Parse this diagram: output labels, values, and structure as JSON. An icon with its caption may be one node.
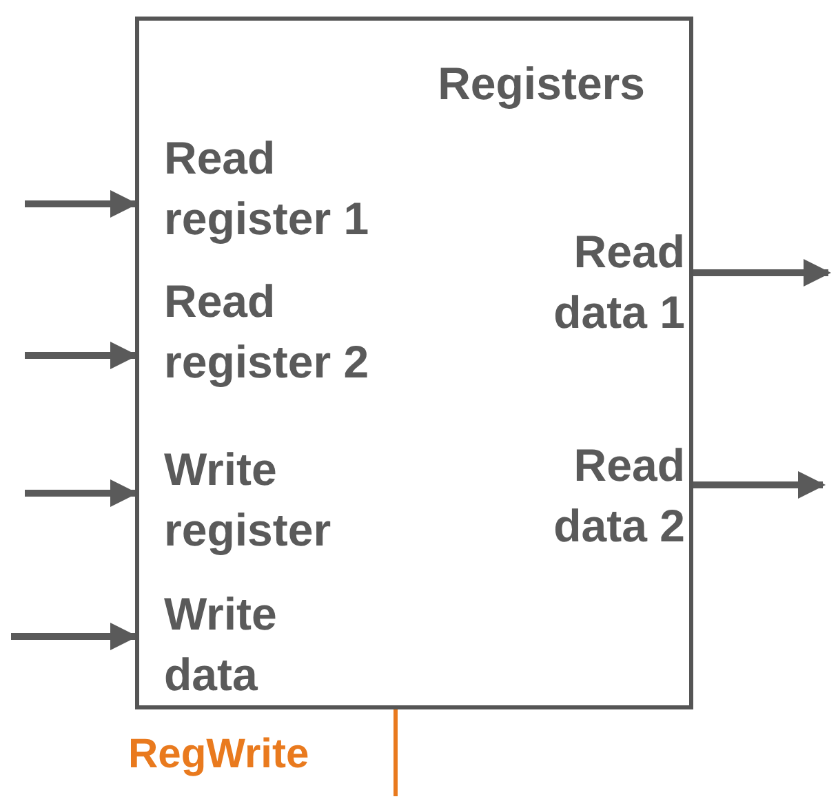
{
  "diagram": {
    "nodes": [
      {
        "text": [
          "Registers"
        ]
      },
      {
        "text": [
          "Read register 1"
        ],
        "in": 0
      },
      {
        "text": [
          "Read register 2"
        ],
        "in": 0
      },
      {
        "text": [
          "Write register"
        ],
        "in": 0
      },
      {
        "text": [
          "Write data"
        ],
        "in": 0
      },
      {
        "text": [
          "Read data 1"
        ],
        "in": 0
      },
      {
        "text": [
          "Read data 2"
        ],
        "in": 0
      },
      {
        "text": [
          "RegWrite"
        ]
      }
    ],
    "edges": [
      {
        "from": null,
        "to": 1,
        "arrow": "to"
      },
      {
        "from": null,
        "to": 2,
        "arrow": "to"
      },
      {
        "from": null,
        "to": 3,
        "arrow": "to"
      },
      {
        "from": null,
        "to": 4,
        "arrow": "to"
      },
      {
        "from": 5,
        "to": null,
        "arrow": "to"
      },
      {
        "from": 6,
        "to": null,
        "arrow": "to"
      },
      {
        "from": 7,
        "to": 0,
        "arrow": "none",
        "color": "#e97a1e"
      }
    ]
  }
}
